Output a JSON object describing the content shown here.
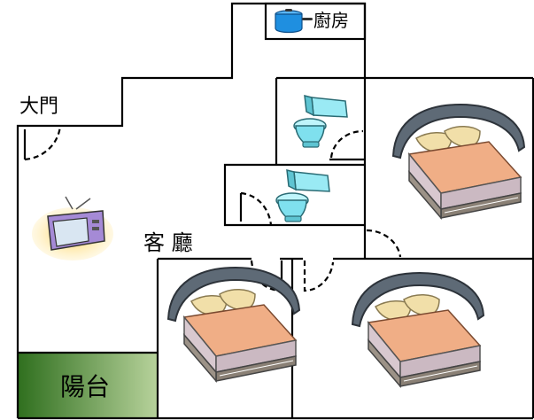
{
  "labels": {
    "kitchen": "廚房",
    "main_door": "大門",
    "living_room": "客 廳",
    "balcony": "陽台"
  },
  "icons": {
    "kitchen": "cooking-pot-icon",
    "tv": "television-icon",
    "toilet": "toilet-icon",
    "bed": "bed-icon"
  },
  "colors": {
    "balcony_dark": "#2f6f1e",
    "balcony_light": "#b7d29b",
    "pot": "#1f8fe0",
    "toilet": "#7fe0ee",
    "bed_frame": "#5e6a76",
    "bed_cover": "#f0ae86",
    "pillow": "#f1dfa9"
  }
}
